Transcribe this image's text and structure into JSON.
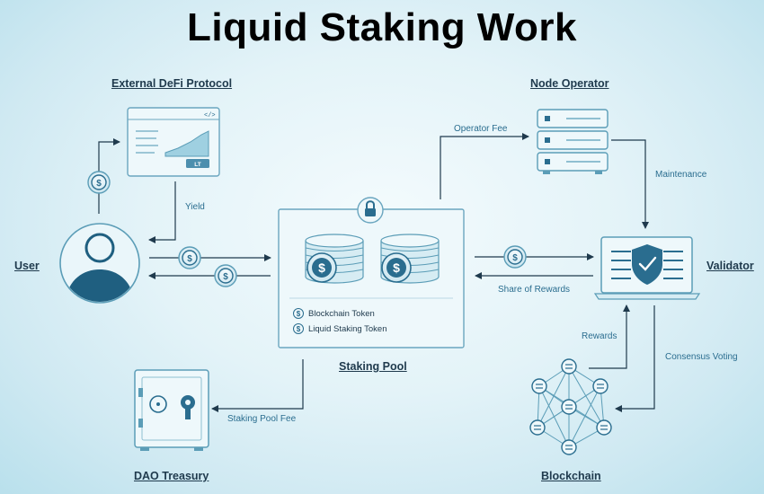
{
  "title": "Liquid Staking Work",
  "nodes": {
    "user": "User",
    "defi": "External DeFi Protocol",
    "node_operator": "Node Operator",
    "validator": "Validator",
    "staking_pool": "Staking Pool",
    "dao_treasury": "DAO Treasury",
    "blockchain": "Blockchain"
  },
  "edges": {
    "yield": "Yield",
    "operator_fee": "Operator Fee",
    "maintenance": "Maintenance",
    "share_of_rewards": "Share of Rewards",
    "rewards": "Rewards",
    "consensus_voting": "Consensus Voting",
    "staking_pool_fee": "Staking Pool Fee"
  },
  "legend": {
    "blockchain_token": "Blockchain Token",
    "liquid_staking_token": "Liquid Staking Token"
  },
  "defi_button": "LT",
  "defi_code_icon": "</>",
  "coin_symbol": "$",
  "colors": {
    "line": "#2a4d63",
    "accent": "#2a6d8f",
    "panel": "#e9f6fa",
    "user_fill": "#1f5f80"
  }
}
